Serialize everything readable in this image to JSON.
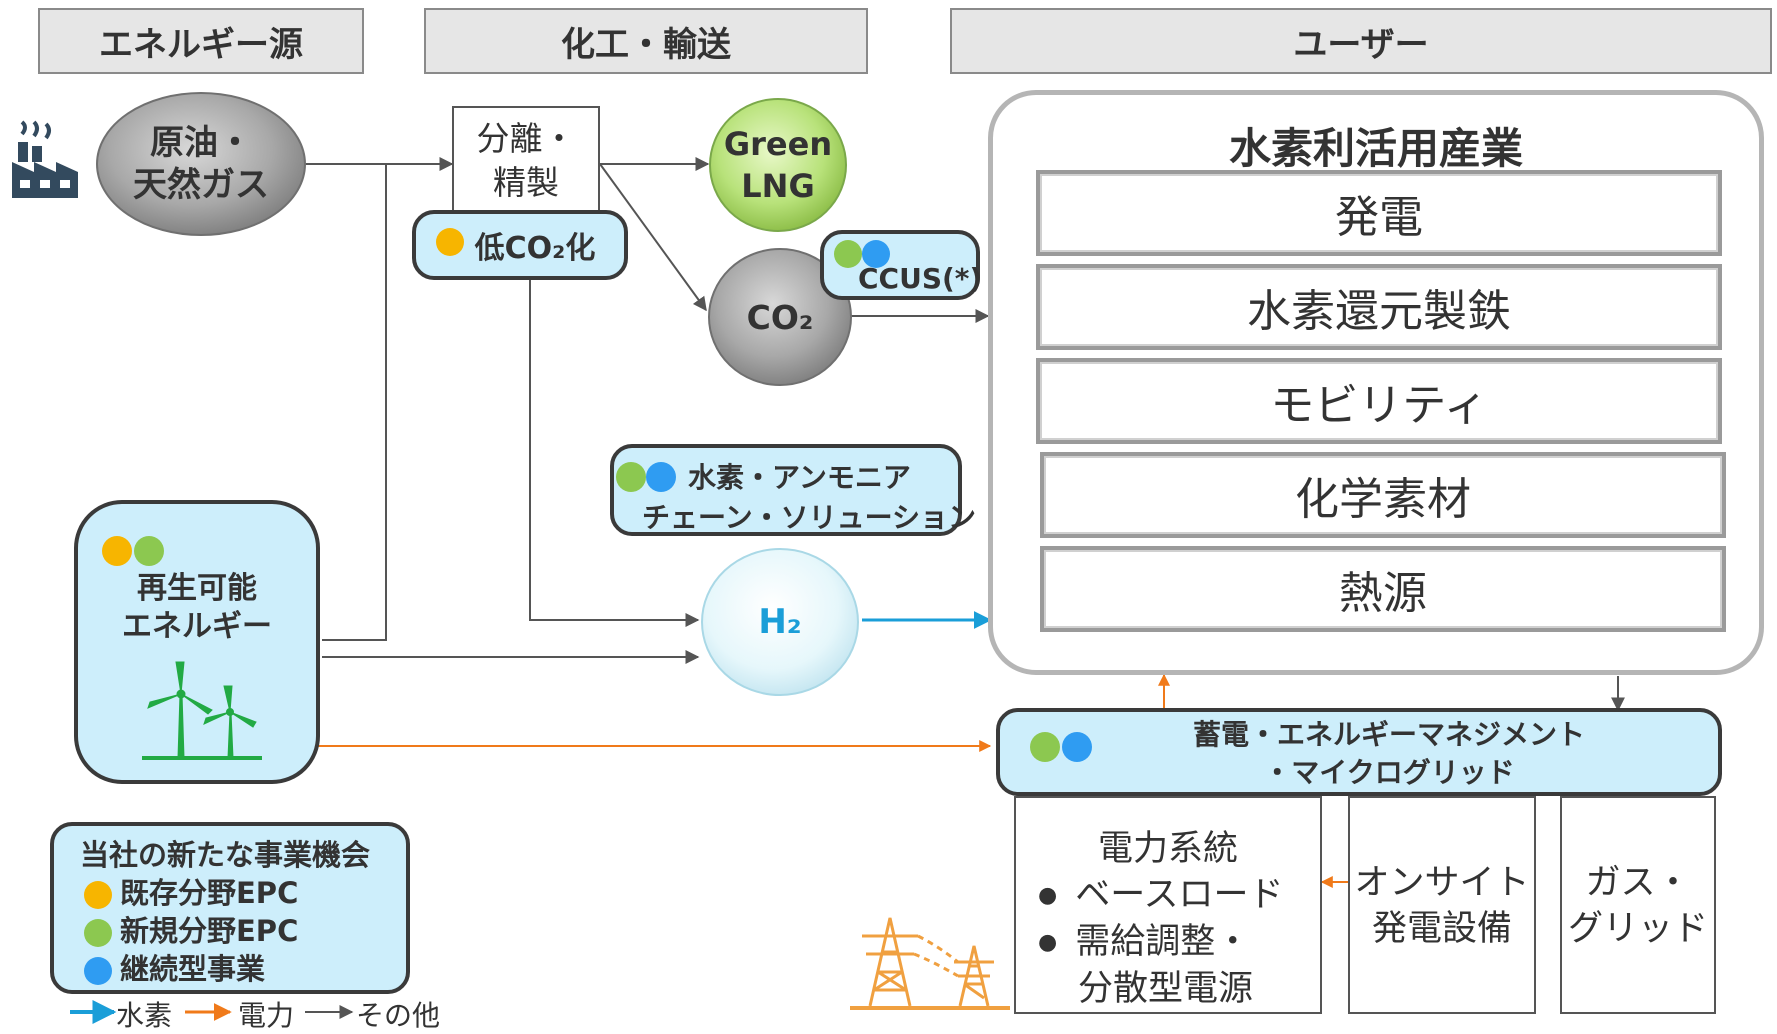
{
  "headers": {
    "energy_source": "エネルギー源",
    "chemical_transport": "化工・輸送",
    "user": "ユーザー"
  },
  "sources": {
    "crude_gas_line1": "原油・",
    "crude_gas_line2": "天然ガス",
    "renewable_line1": "再生可能",
    "renewable_line2": "エネルギー"
  },
  "process": {
    "separation_line1": "分離・",
    "separation_line2": "精製",
    "low_co2": "低CO₂化",
    "green_lng_line1": "Green",
    "green_lng_line2": "LNG",
    "co2": "CO₂",
    "ccus": "CCUS(*)",
    "hydrogen_chain_line1": "水素・アンモニア",
    "hydrogen_chain_line2": "チェーン・ソリューション",
    "h2": "H₂"
  },
  "industry": {
    "title": "水素利活用産業",
    "items": [
      "発電",
      "水素還元製鉄",
      "モビリティ",
      "化学素材",
      "熱源"
    ]
  },
  "storage": {
    "line1": "蓄電・エネルギーマネジメント",
    "line2": "・マイクログリッド"
  },
  "grid": {
    "power_system_title": "電力系統",
    "power_system_bullets": [
      "ベースロード",
      "需給調整・",
      "分散型電源"
    ],
    "onsite_line1": "オンサイト",
    "onsite_line2": "発電設備",
    "gas_line1": "ガス・",
    "gas_line2": "グリッド"
  },
  "legend": {
    "title": "当社の新たな事業機会",
    "items": [
      {
        "label": "既存分野EPC",
        "color": "#f7b500"
      },
      {
        "label": "新規分野EPC",
        "color": "#8cc850"
      },
      {
        "label": "継続型事業",
        "color": "#2f9cf2"
      }
    ]
  },
  "arrow_legend": {
    "hydrogen": "水素",
    "electricity": "電力",
    "other": "その他"
  },
  "colors": {
    "hydrogen_arrow": "#1a9ed8",
    "electricity_arrow": "#f07a1a",
    "other_arrow": "#555555",
    "opportunity_box": "#cdeefb",
    "tower_icon": "#f0a040",
    "factory_icon": "#334a5e",
    "turbine_icon": "#22aa44"
  },
  "icons": [
    "factory-icon",
    "wind-turbine-icon",
    "power-tower-icon"
  ]
}
